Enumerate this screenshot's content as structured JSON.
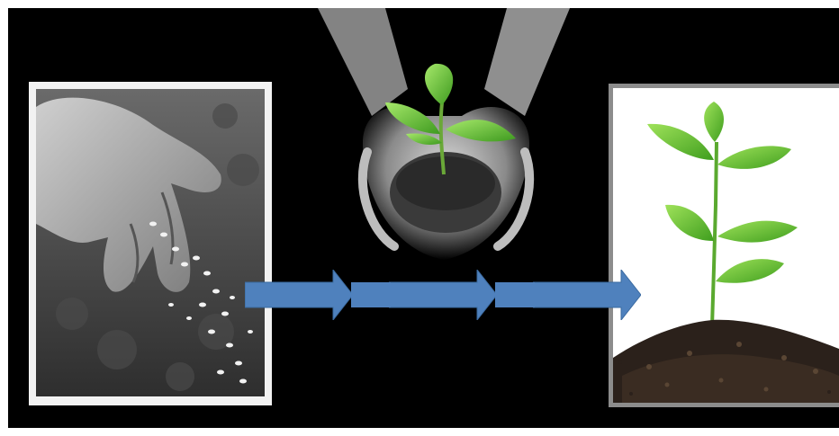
{
  "figure": {
    "steps": [
      {
        "name": "sowing-seeds",
        "description_icon": "hand-scattering-seeds-photo"
      },
      {
        "name": "seedling-in-hands",
        "description_icon": "hands-holding-seedling-photo"
      },
      {
        "name": "young-plant",
        "description_icon": "plant-in-soil-photo"
      }
    ],
    "colors": {
      "background": "#000000",
      "arrow": "#4f81bd",
      "leaf": "#6cc93a",
      "soil": "#2b211b"
    }
  }
}
